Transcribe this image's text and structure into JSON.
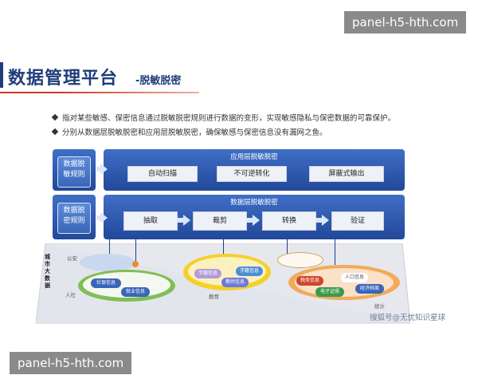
{
  "watermarks": {
    "top": "panel-h5-hth.com",
    "bottom": "panel-h5-hth.com",
    "source": "搜狐号@无忧知识星球"
  },
  "header": {
    "title": "数据管理平台",
    "subtitle": "-脱敏脱密"
  },
  "bullets": [
    "指对某些敏感、保密信息通过脱敏脱密规则进行数据的变形，实现敏感隐私与保密数据的可靠保护。",
    "分别从数据层脱敏脱密和应用层脱敏脱密，确保敏感与保密信息没有漏网之鱼。"
  ],
  "diagram": {
    "app_layer": {
      "title": "应用层脱敏脱密",
      "side_label": "数据脱\n敏规则",
      "steps": [
        "自动扫描",
        "不可逆转化",
        "屏蔽式输出"
      ]
    },
    "data_layer": {
      "title": "数据层脱敏脱密",
      "side_label": "数据脱\n密规则",
      "steps": [
        "抽取",
        "裁剪",
        "转换",
        "验证"
      ]
    },
    "platform": {
      "side_label": "城市大数据",
      "regions": [
        "公安",
        "人社",
        "教育",
        "统计"
      ],
      "chips": [
        "社保信息",
        "就业信息",
        "学籍信息",
        "学籍信息",
        "教师信息",
        "人口信息",
        "电子证照",
        "经济档案",
        "税务信息"
      ]
    }
  },
  "colors": {
    "navy": "#1f3d7a",
    "band": "#23489a",
    "accent_red": "#c83a2b"
  }
}
